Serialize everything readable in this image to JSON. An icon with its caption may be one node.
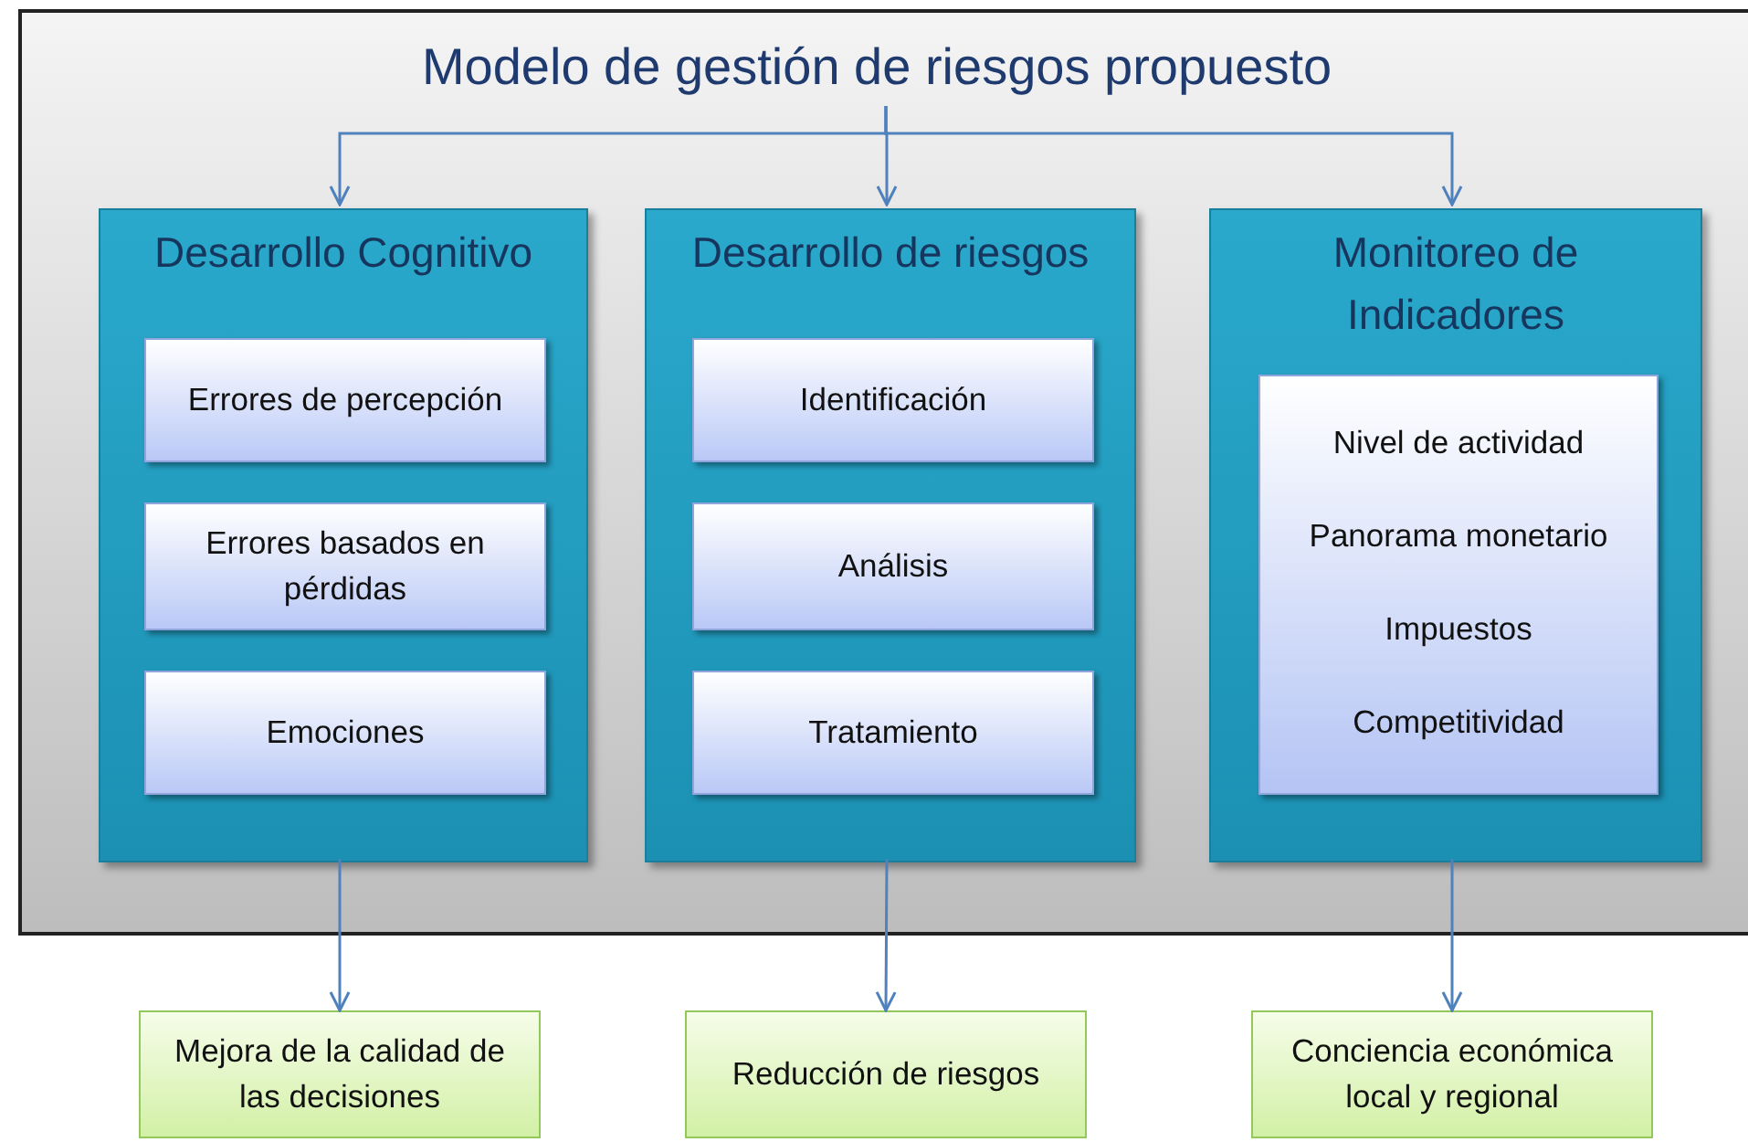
{
  "diagram": {
    "nodes": [
      {
        "text": [
          "Modelo de gestión de riesgos propuesto"
        ]
      },
      {
        "text": [
          "Desarrollo Cognitivo"
        ],
        "in": 0
      },
      {
        "text": [
          "Errores de percepción"
        ],
        "in": 1
      },
      {
        "text": [
          "Errores basados en pérdidas"
        ],
        "in": 1
      },
      {
        "text": [
          "Emociones"
        ],
        "in": 1
      },
      {
        "text": [
          "Desarrollo de riesgos"
        ],
        "in": 0
      },
      {
        "text": [
          "Identificación"
        ],
        "in": 5
      },
      {
        "text": [
          "Análisis"
        ],
        "in": 5
      },
      {
        "text": [
          "Tratamiento"
        ],
        "in": 5
      },
      {
        "text": [
          "Monitoreo de Indicadores"
        ],
        "in": 0
      },
      {
        "text": [
          "Nivel de actividad",
          "Panorama monetario",
          "Impuestos",
          "Competitividad"
        ],
        "in": 9
      },
      {
        "text": [
          "Mejora de la calidad de las decisiones"
        ]
      },
      {
        "text": [
          "Reducción de riesgos"
        ]
      },
      {
        "text": [
          "Conciencia económica local y regional"
        ]
      }
    ],
    "edges": [
      {
        "from": 0,
        "to": 1,
        "arrow": "to"
      },
      {
        "from": 0,
        "to": 5,
        "arrow": "to"
      },
      {
        "from": 0,
        "to": 9,
        "arrow": "to"
      },
      {
        "from": 1,
        "to": 11,
        "arrow": "to"
      },
      {
        "from": 5,
        "to": 12,
        "arrow": "to"
      },
      {
        "from": 9,
        "to": 13,
        "arrow": "to"
      }
    ]
  }
}
